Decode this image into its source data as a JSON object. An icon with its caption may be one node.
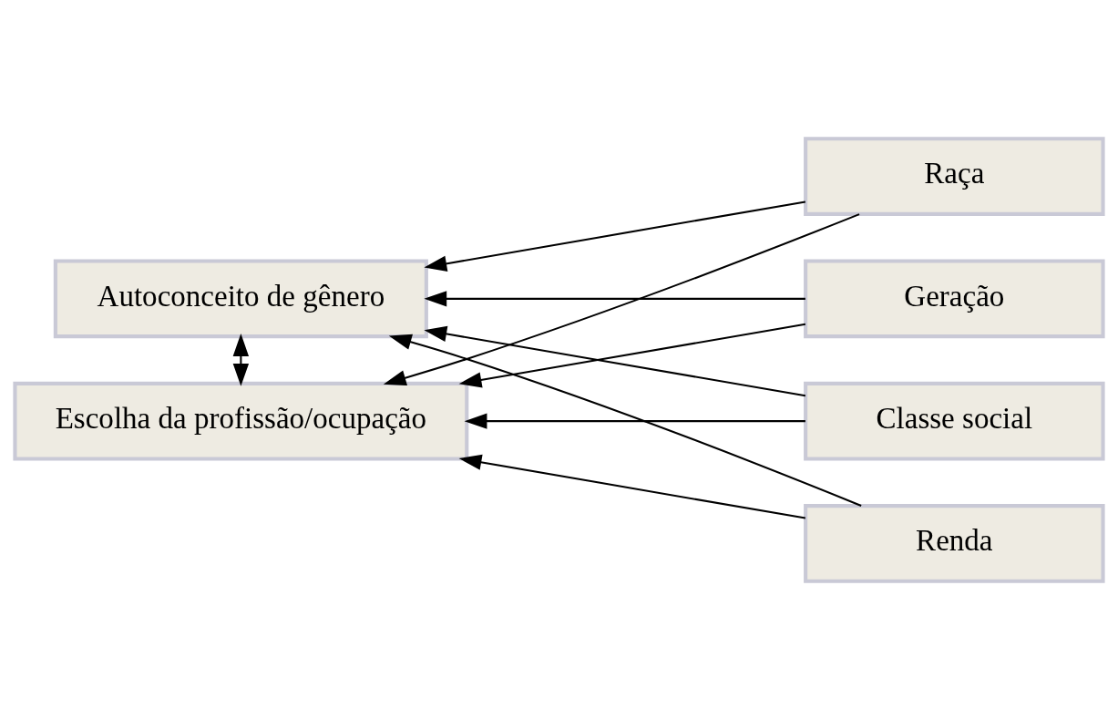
{
  "diagram": {
    "nodes": [
      {
        "text": [
          "Autoconceito de gênero"
        ]
      },
      {
        "text": [
          "Escolha da profissão/ocupação"
        ]
      },
      {
        "text": [
          "Classe social"
        ]
      },
      {
        "text": [
          "Renda"
        ]
      },
      {
        "text": [
          "Raça"
        ]
      },
      {
        "text": [
          "Geração"
        ]
      }
    ],
    "edges": [
      {
        "from": 0,
        "to": 1,
        "arrow": "both"
      },
      {
        "from": 2,
        "to": 0,
        "arrow": "to"
      },
      {
        "from": 2,
        "to": 1,
        "arrow": "to"
      },
      {
        "from": 3,
        "to": 0,
        "arrow": "to"
      },
      {
        "from": 3,
        "to": 1,
        "arrow": "to"
      },
      {
        "from": 4,
        "to": 0,
        "arrow": "to"
      },
      {
        "from": 4,
        "to": 1,
        "arrow": "to"
      },
      {
        "from": 5,
        "to": 0,
        "arrow": "to"
      },
      {
        "from": 5,
        "to": 1,
        "arrow": "to"
      }
    ]
  }
}
